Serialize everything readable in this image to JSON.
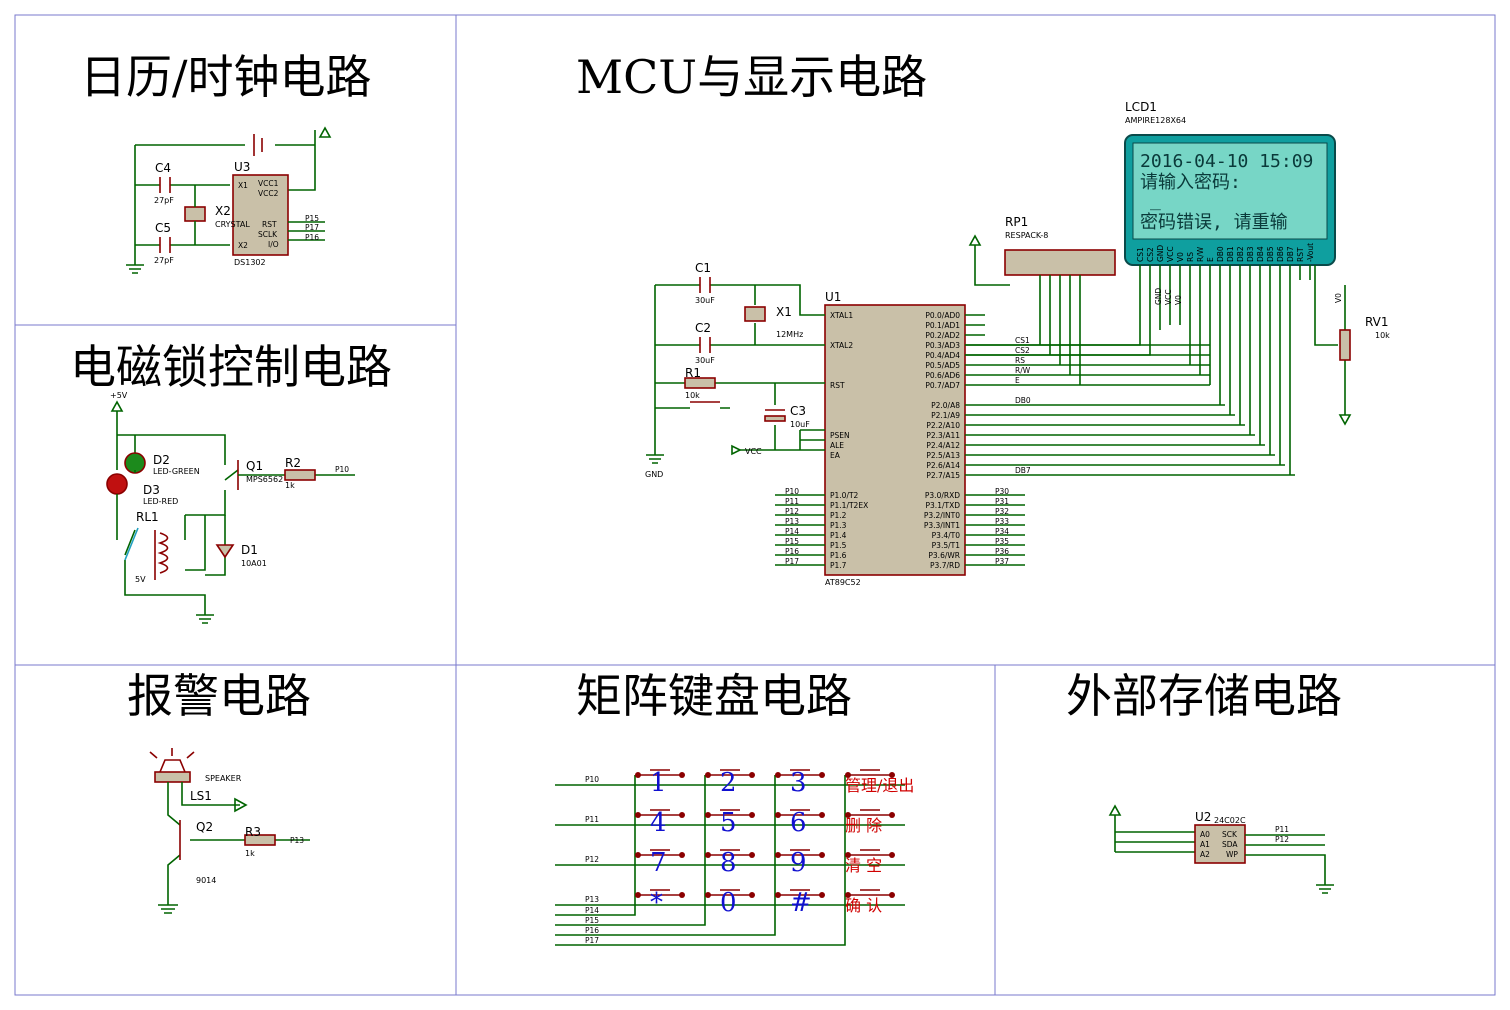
{
  "titles": {
    "clock": "日历/时钟电路",
    "mcu": "MCU与显示电路",
    "lock": "电磁锁控制电路",
    "alarm": "报警电路",
    "keypad": "矩阵键盘电路",
    "storage": "外部存储电路"
  },
  "clock": {
    "c4": "C4",
    "c4v": "27pF",
    "c5": "C5",
    "c5v": "27pF",
    "u3": "U3",
    "u3type": "DS1302",
    "x2": "X2",
    "x2type": "CRYSTAL",
    "pins": [
      "X1",
      "X2",
      "VCC1",
      "VCC2",
      "RST",
      "SCLK",
      "I/O"
    ],
    "nets": [
      "P15",
      "P17",
      "P16"
    ]
  },
  "lock": {
    "v5": "+5V",
    "d2": "D2",
    "d2type": "LED-GREEN",
    "d3": "D3",
    "d3type": "LED-RED",
    "q1": "Q1",
    "q1type": "MPS6562",
    "r2": "R2",
    "r2v": "1k",
    "net": "P10",
    "rl1": "RL1",
    "rl1v": "5V",
    "d1": "D1",
    "d1type": "10A01"
  },
  "mcu": {
    "c1": "C1",
    "c1v": "30uF",
    "c2": "C2",
    "c2v": "30uF",
    "x1": "X1",
    "x1v": "12MHz",
    "r1": "R1",
    "r1v": "10k",
    "c3": "C3",
    "c3v": "10uF",
    "gnd": "GND",
    "vcc": "VCC",
    "u1": "U1",
    "u1type": "AT89C52",
    "left_pins": [
      "XTAL1",
      "XTAL2",
      "RST",
      "PSEN",
      "ALE",
      "EA",
      "P1.0/T2",
      "P1.1/T2EX",
      "P1.2",
      "P1.3",
      "P1.4",
      "P1.5",
      "P1.6",
      "P1.7"
    ],
    "left_nets": [
      "P10",
      "P11",
      "P12",
      "P13",
      "P14",
      "P15",
      "P16",
      "P17"
    ],
    "p0_pins": [
      "P0.0/AD0",
      "P0.1/AD1",
      "P0.2/AD2",
      "P0.3/AD3",
      "P0.4/AD4",
      "P0.5/AD5",
      "P0.6/AD6",
      "P0.7/AD7"
    ],
    "p0_nets": [
      "CS1",
      "CS2",
      "RS",
      "R/W",
      "E"
    ],
    "p2_pins": [
      "P2.0/A8",
      "P2.1/A9",
      "P2.2/A10",
      "P2.3/A11",
      "P2.4/A12",
      "P2.5/A13",
      "P2.6/A14",
      "P2.7/A15"
    ],
    "p2_nets": [
      "DB0",
      "DB7"
    ],
    "p3_pins": [
      "P3.0/RXD",
      "P3.1/TXD",
      "P3.2/INT0",
      "P3.3/INT1",
      "P3.4/T0",
      "P3.5/T1",
      "P3.6/WR",
      "P3.7/RD"
    ],
    "p3_nets": [
      "P30",
      "P31",
      "P32",
      "P33",
      "P34",
      "P35",
      "P36",
      "P37"
    ],
    "rp1": "RP1",
    "rp1type": "RESPACK-8",
    "lcd": "LCD1",
    "lcdtype": "AMPIRE128X64",
    "lcd_lines": [
      "2016-04-10 15:09",
      "请输入密码:",
      "_",
      "密码错误, 请重输"
    ],
    "lcd_pins": [
      "CS1",
      "CS2",
      "GND",
      "VCC",
      "V0",
      "RS",
      "R/W",
      "E",
      "DB0",
      "DB1",
      "DB2",
      "DB3",
      "DB4",
      "DB5",
      "DB6",
      "DB7",
      "RST",
      "-Vout"
    ],
    "lcd_nets": [
      "GND",
      "VCC",
      "V0"
    ],
    "rv1": "RV1",
    "rv1v": "10k",
    "v0": "V0"
  },
  "alarm": {
    "speaker": "SPEAKER",
    "ls1": "LS1",
    "q2": "Q2",
    "q2type": "9014",
    "r3": "R3",
    "r3v": "1k",
    "net": "P13"
  },
  "keypad": {
    "rows": [
      "P10",
      "P11",
      "P12",
      "P13"
    ],
    "cols": [
      "P14",
      "P15",
      "P16",
      "P17"
    ],
    "keys": [
      [
        "1",
        "2",
        "3",
        "管理/退出"
      ],
      [
        "4",
        "5",
        "6",
        "删 除"
      ],
      [
        "7",
        "8",
        "9",
        "清 空"
      ],
      [
        "*",
        "0",
        "#",
        "确 认"
      ]
    ]
  },
  "storage": {
    "u2": "U2",
    "u2type": "24C02C",
    "left_pins": [
      "A0",
      "A1",
      "A2"
    ],
    "right_pins": [
      "SCK",
      "SDA",
      "WP"
    ],
    "nets": [
      "P11",
      "P12"
    ]
  }
}
